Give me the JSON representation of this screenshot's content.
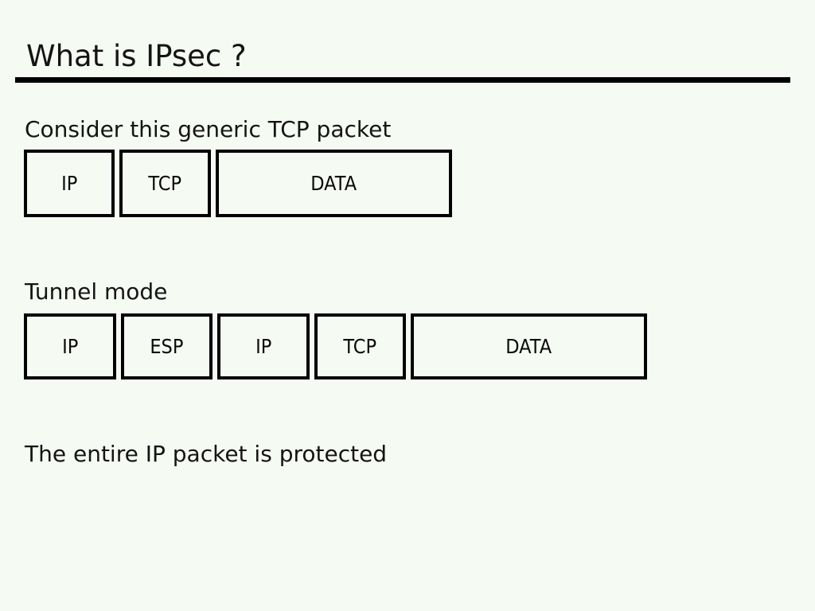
{
  "title": "What is IPsec ?",
  "generic_packet": {
    "caption": "Consider this generic TCP packet",
    "boxes": [
      "IP",
      "TCP",
      "DATA"
    ]
  },
  "tunnel_mode": {
    "caption": "Tunnel mode",
    "boxes": [
      "IP",
      "ESP",
      "IP",
      "TCP",
      "DATA"
    ]
  },
  "footer_note": "The entire IP packet is protected",
  "colors": {
    "background": "#f5faf2",
    "text": "#141414",
    "box_border": "#000000",
    "title_rule": "#000000"
  }
}
